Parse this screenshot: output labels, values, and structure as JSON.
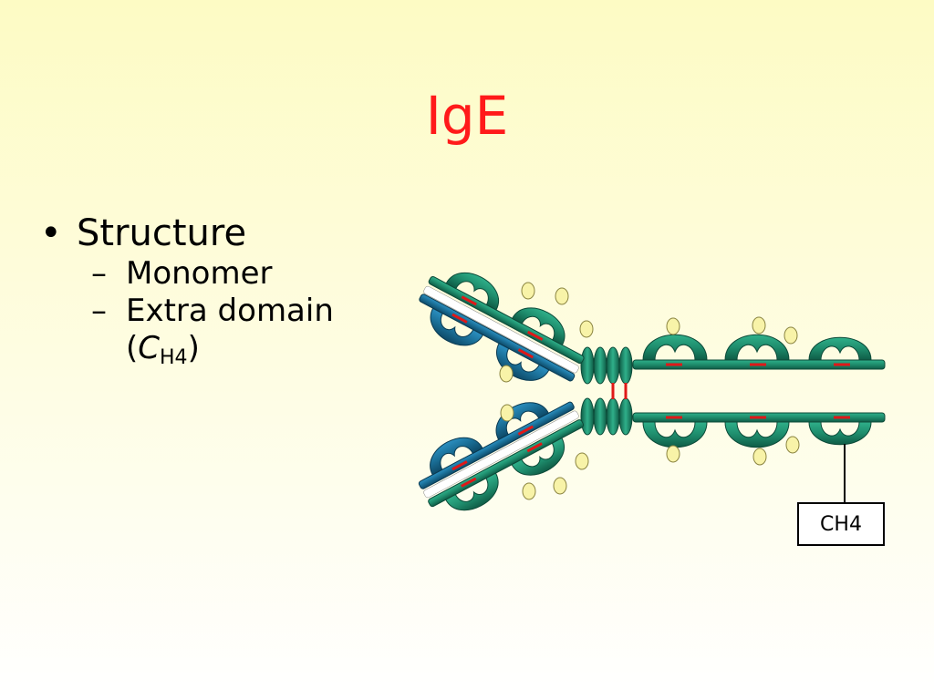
{
  "title": "IgE",
  "bullets": {
    "level1": "Structure",
    "items": [
      {
        "text": "Monomer"
      },
      {
        "text_line1": "Extra domain",
        "text_line2_open": "(",
        "text_line2_c": "C",
        "text_line2_sub": "H4",
        "text_line2_close": ")"
      }
    ]
  },
  "diagram": {
    "domain_label": "CH4",
    "colors": {
      "heavy_chain": "#1e8c6c",
      "light_chain": "#1a6e96",
      "disulfide": "#e01818",
      "carbohydrate": "#f8f3a8"
    }
  }
}
